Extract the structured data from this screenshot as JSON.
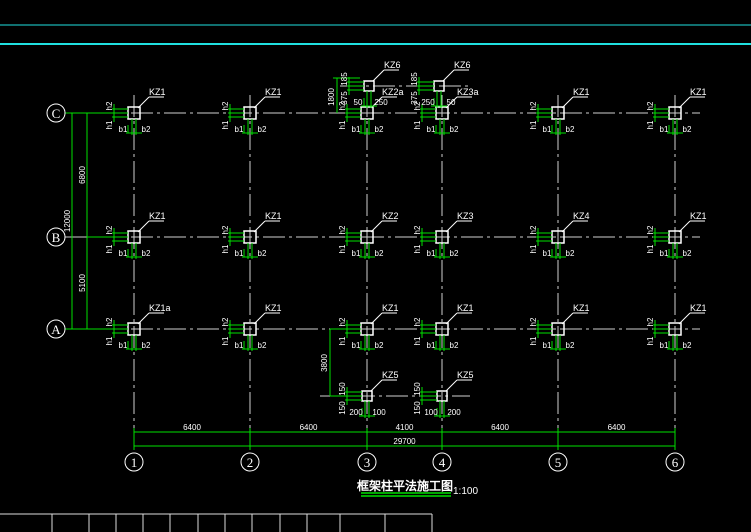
{
  "drawing": {
    "title": "框架柱平法施工图",
    "scale": "1:100",
    "colors": {
      "background": "#000000",
      "grid": "#d0d0d0",
      "dim": "#00e000",
      "frame": "#20e0e0",
      "text": "#ffffff"
    }
  },
  "axes": {
    "columns": [
      "1",
      "2",
      "3",
      "4",
      "5",
      "6"
    ],
    "rows": [
      "C",
      "B",
      "A"
    ]
  },
  "dimensions": {
    "bays": [
      "6400",
      "6400",
      "4100",
      "6400",
      "6400"
    ],
    "total": "29700",
    "row_spans": [
      "6800",
      "5100"
    ],
    "row_total": "12000",
    "top_offset": "1800",
    "bottom_offset": "3800"
  },
  "columns": {
    "C": [
      "KZ1",
      "KZ1",
      "KZ2a",
      "KZ3a",
      "KZ1",
      "KZ1"
    ],
    "B": [
      "KZ1",
      "KZ1",
      "KZ2",
      "KZ3",
      "KZ4",
      "KZ1"
    ],
    "A": [
      "KZ1a",
      "KZ1",
      "KZ1",
      "KZ1",
      "KZ1",
      "KZ1"
    ],
    "top": [
      "KZ6",
      "KZ6"
    ],
    "bottom": [
      "KZ5",
      "KZ5"
    ]
  },
  "labels": {
    "b1": "b1",
    "b2": "b2",
    "h1": "h1",
    "h2": "h2",
    "kz6_left": [
      "50",
      "250",
      "185",
      "375"
    ],
    "kz6_right": [
      "250",
      "50",
      "185",
      "375"
    ],
    "kz5_left": [
      "200",
      "100",
      "150",
      "150"
    ],
    "kz5_right": [
      "100",
      "200",
      "150",
      "150"
    ]
  }
}
